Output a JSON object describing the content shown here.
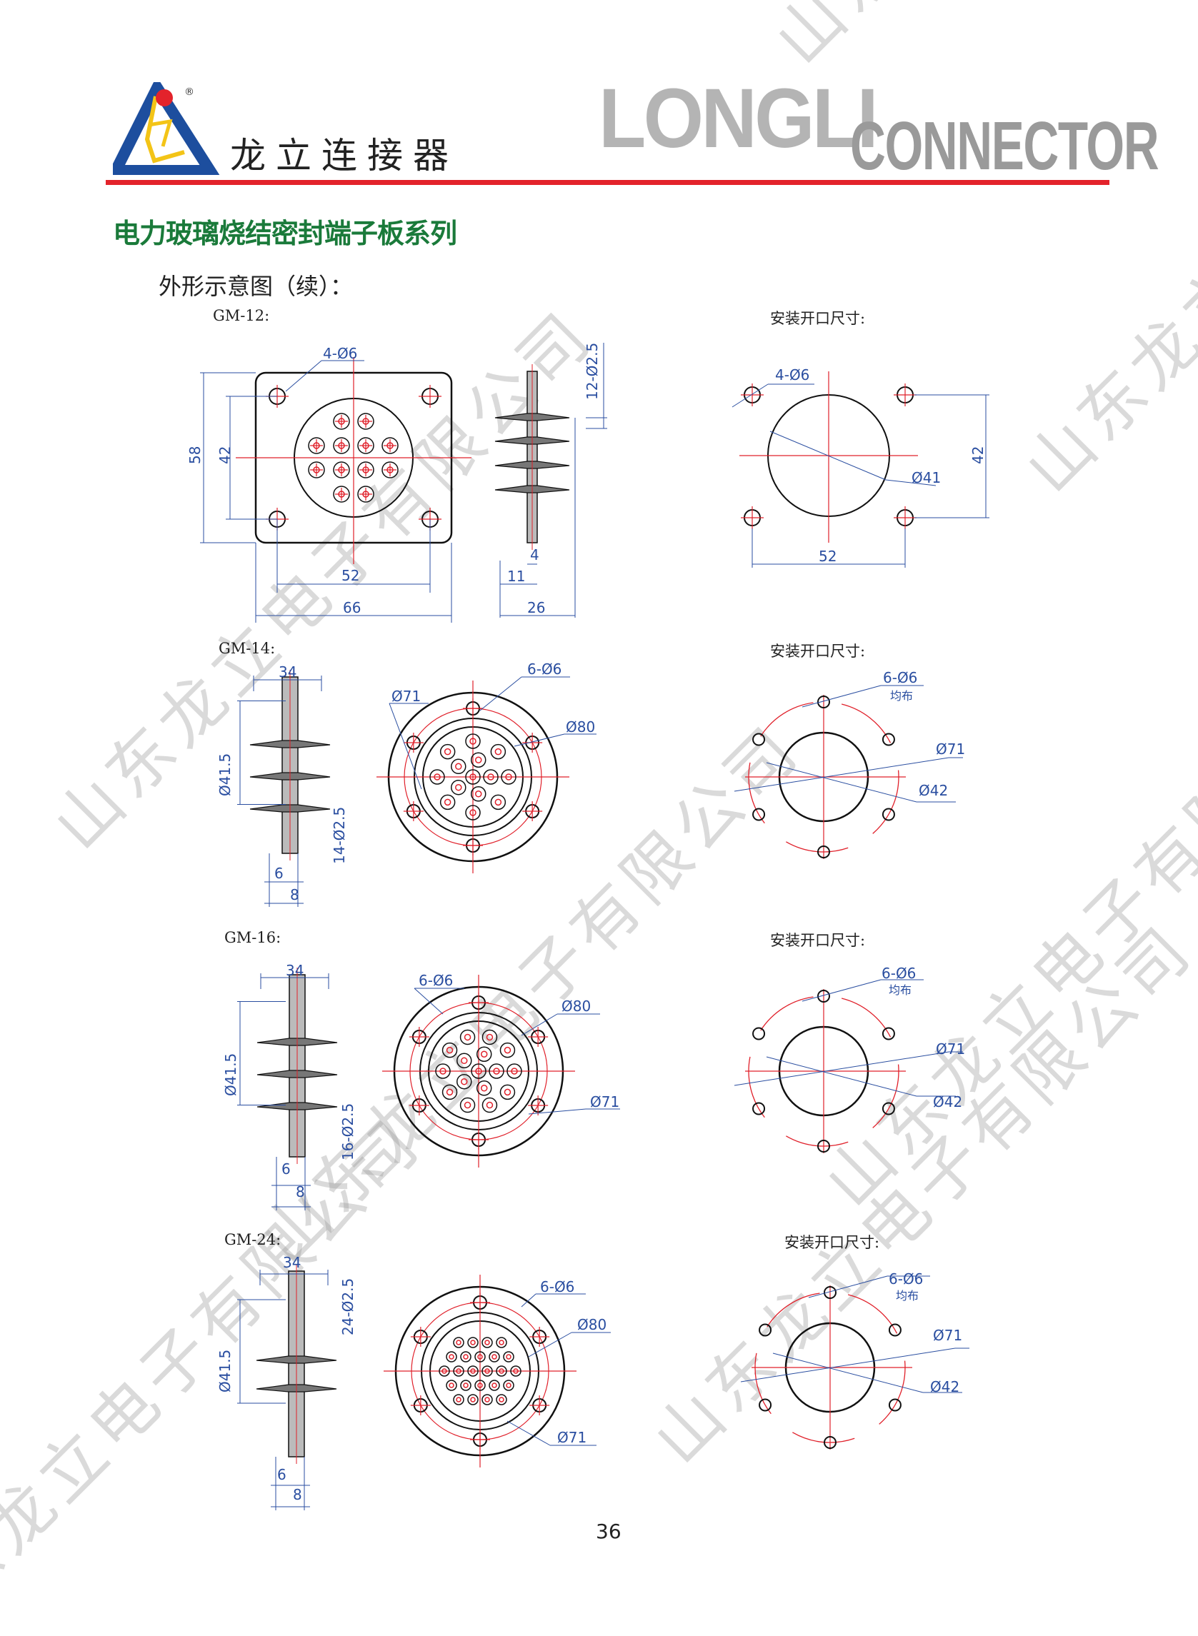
{
  "header": {
    "brand_cn": "龙立连接器",
    "brand_en_1": "LONGLI",
    "brand_en_2": "CONNECTOR",
    "registered_mark": "®"
  },
  "series_title": "电力玻璃烧结密封端子板系列",
  "subtitle": "外形示意图（续）：",
  "watermark": "山东龙立电子有限公司",
  "colors": {
    "accent_red": "#e3232b",
    "title_green": "#1a7a3a",
    "dimension_blue": "#2a4ea0",
    "centerline_red": "#e0202a",
    "logo_blue": "#1d4e9e",
    "logo_yellow": "#f3c417"
  },
  "models": [
    {
      "name": "GM-12:",
      "cutout_label": "安装开口尺寸:",
      "dims": {
        "holes": "4-Ø6",
        "h_outer": "58",
        "h_inner": "42",
        "w_inner": "52",
        "w_outer": "66",
        "pins": "12-Ø2.5",
        "thk": "4",
        "fin": "11",
        "depth": "26"
      },
      "cutout": {
        "holes": "4-Ø6",
        "dia": "Ø41",
        "h": "42",
        "w": "52"
      }
    },
    {
      "name": "GM-14:",
      "cutout_label": "安装开口尺寸:",
      "dims": {
        "width": "34",
        "dia_side": "Ø41.5",
        "pins": "14-Ø2.5",
        "a": "6",
        "b": "8",
        "pcd": "Ø71",
        "holes": "6-Ø6",
        "outer": "Ø80"
      },
      "cutout": {
        "holes": "6-Ø6",
        "note": "均布",
        "pcd": "Ø71",
        "dia": "Ø42"
      }
    },
    {
      "name": "GM-16:",
      "cutout_label": "安装开口尺寸:",
      "dims": {
        "width": "34",
        "dia_side": "Ø41.5",
        "pins": "16-Ø2.5",
        "a": "6",
        "b": "8",
        "holes": "6-Ø6",
        "outer": "Ø80",
        "pcd": "Ø71"
      },
      "cutout": {
        "holes": "6-Ø6",
        "note": "均布",
        "pcd": "Ø71",
        "dia": "Ø42"
      }
    },
    {
      "name": "GM-24:",
      "cutout_label": "安装开口尺寸:",
      "dims": {
        "width": "34",
        "pins": "24-Ø2.5",
        "dia_side": "Ø41.5",
        "a": "6",
        "b": "8",
        "holes": "6-Ø6",
        "outer": "Ø80",
        "pcd": "Ø71"
      },
      "cutout": {
        "holes": "6-Ø6",
        "note": "均布",
        "pcd": "Ø71",
        "dia": "Ø42"
      }
    }
  ],
  "page_number": "36"
}
